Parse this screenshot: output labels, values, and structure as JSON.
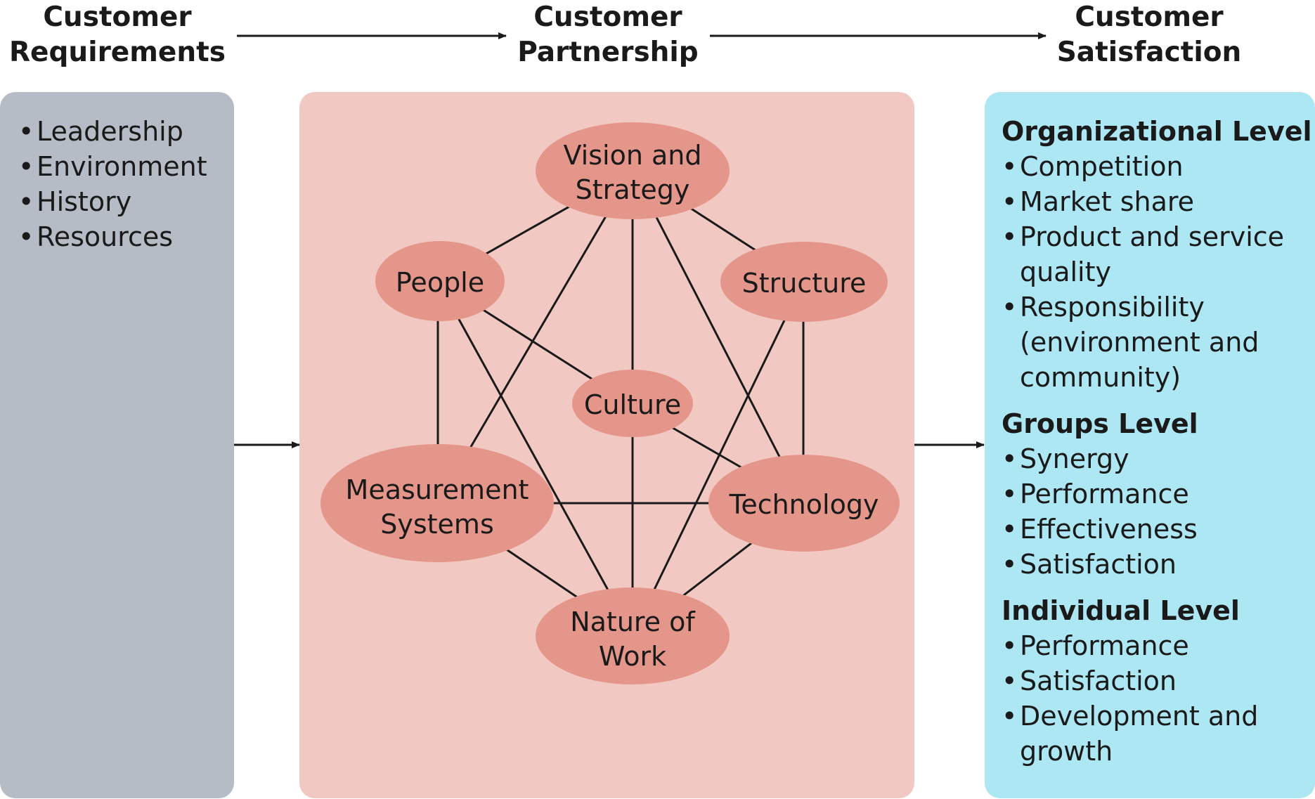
{
  "headings": {
    "requirements": [
      "Customer",
      "Requirements"
    ],
    "partnership": [
      "Customer",
      "Partnership"
    ],
    "satisfaction": [
      "Customer",
      "Satisfaction"
    ]
  },
  "requirements": {
    "items": [
      "Leadership",
      "Environment",
      "History",
      "Resources"
    ]
  },
  "partnership": {
    "nodes": {
      "vision": [
        "Vision and",
        "Strategy"
      ],
      "people": [
        "People"
      ],
      "structure": [
        "Structure"
      ],
      "culture": [
        "Culture"
      ],
      "measurement": [
        "Measurement",
        "Systems"
      ],
      "technology": [
        "Technology"
      ],
      "nature": [
        "Nature of",
        "Work"
      ]
    }
  },
  "satisfaction": {
    "levels": [
      {
        "title": "Organizational Level",
        "items": [
          "Competition",
          "Market share",
          "Product and service quality",
          "Responsibility (environment and community)"
        ]
      },
      {
        "title": "Groups Level",
        "items": [
          "Synergy",
          "Performance",
          "Effectiveness",
          "Satisfaction"
        ]
      },
      {
        "title": "Individual Level",
        "items": [
          "Performance",
          "Satisfaction",
          "Development and growth"
        ]
      }
    ]
  },
  "colors": {
    "requirements_panel": "#b6bcc5",
    "partnership_panel": "#f2c9c2",
    "satisfaction_panel": "#ade7f3",
    "node_fill": "#e4968a",
    "line": "#1a1a1a"
  }
}
